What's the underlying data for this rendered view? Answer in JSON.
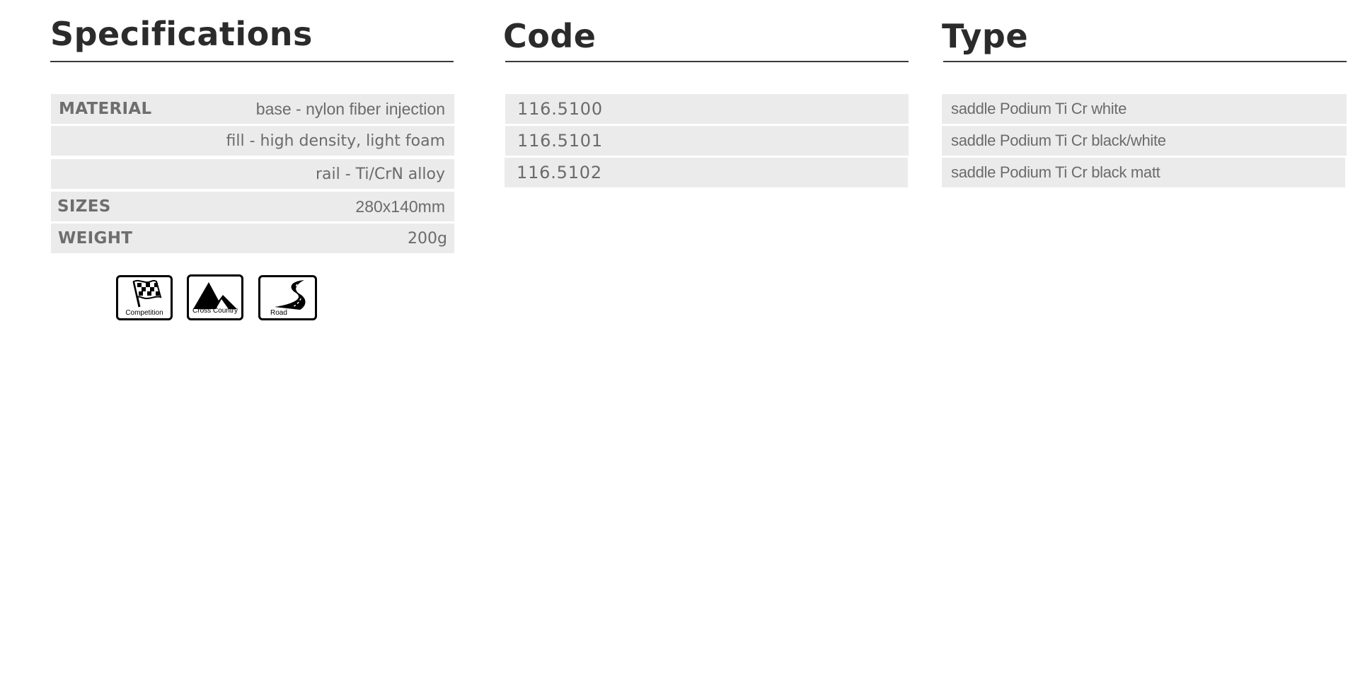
{
  "headings": {
    "specifications": "Specifications",
    "code": "Code",
    "type": "Type"
  },
  "specifications": [
    {
      "label": "MATERIAL",
      "value": "base - nylon fiber injection"
    },
    {
      "label": "",
      "value": "fill - high density, light foam"
    },
    {
      "label": "",
      "value": "rail - Ti/CrN alloy"
    },
    {
      "label": "SIZES",
      "value": "280x140mm"
    },
    {
      "label": "WEIGHT",
      "value": "200g"
    }
  ],
  "codes": [
    "116.5100",
    "116.5101",
    "116.5102"
  ],
  "types": [
    "saddle Podium Ti Cr white",
    "saddle Podium Ti Cr black/white",
    "saddle Podium Ti Cr black matt"
  ],
  "usage_badges": [
    {
      "label": "Competition",
      "icon": "checkered-flag-icon"
    },
    {
      "label": "Cross Country",
      "icon": "mountain-icon"
    },
    {
      "label": "Road",
      "icon": "road-icon"
    }
  ]
}
